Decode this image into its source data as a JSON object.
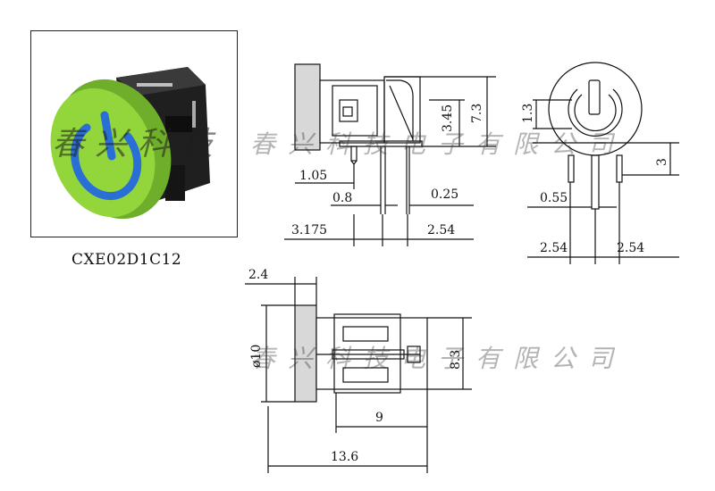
{
  "product": {
    "model": "CXE02D1C12"
  },
  "watermark": {
    "short": "春兴科技",
    "long": "春兴科技电子有限公司"
  },
  "dimensions": {
    "side_1_05": "1.05",
    "side_0_8": "0.8",
    "side_0_25": "0.25",
    "side_3_175": "3.175",
    "side_2_54": "2.54",
    "side_3_45": "3.45",
    "side_7_3": "7.3",
    "front_1_3": "1.3",
    "front_3": "3",
    "front_0_55": "0.55",
    "front_2_54_left": "2.54",
    "front_2_54_right": "2.54",
    "top_2_4": "2.4",
    "top_dia_10": "ø10",
    "top_8_3": "8.3",
    "top_9": "9",
    "top_13_6": "13.6"
  },
  "colors": {
    "cap_green": "#8fd63a",
    "icon_blue": "#2a6fd6",
    "body_black": "#1c1c1c",
    "line": "#111111",
    "cap_gray": "#d8d8d8"
  }
}
